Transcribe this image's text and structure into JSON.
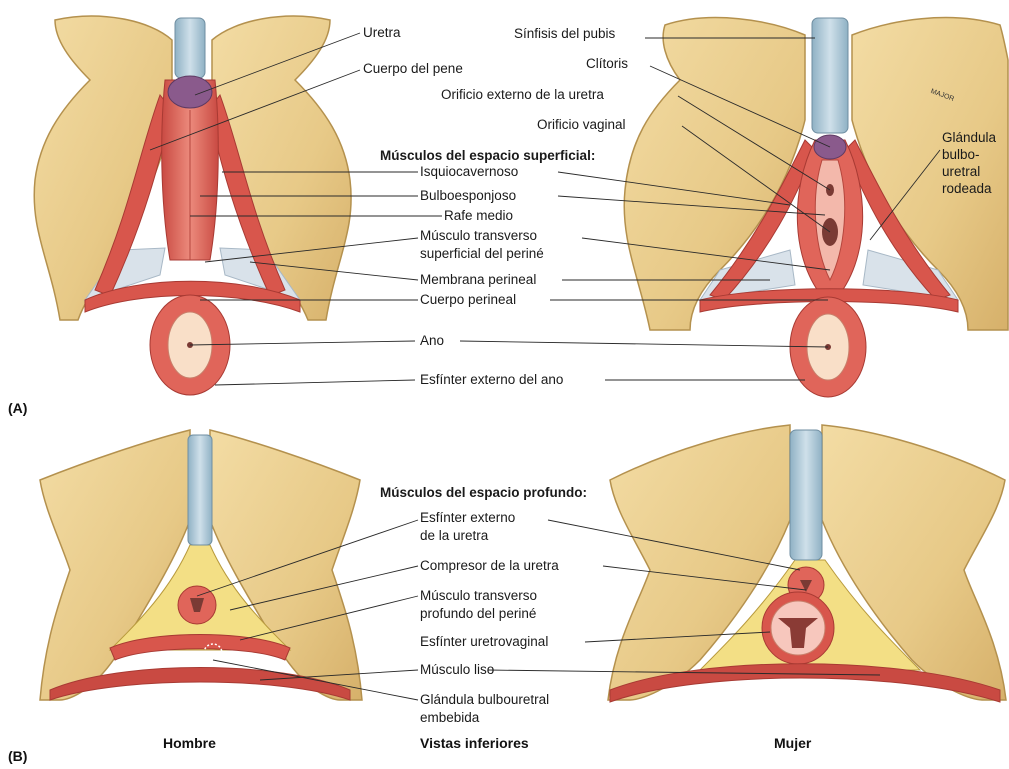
{
  "panel_a_letter": "(A)",
  "panel_b_letter": "(B)",
  "panel_a": {
    "labels": {
      "uretra": "Uretra",
      "cuerpo_pene": "Cuerpo del pene",
      "sinfisis": "Sínfisis del pubis",
      "clitoris": "Clítoris",
      "orificio_uretra": "Orificio externo de la uretra",
      "orificio_vaginal": "Orificio vaginal",
      "superficial_header": "Músculos del espacio superficial:",
      "isquiocavernoso": "Isquiocavernoso",
      "bulboesponjoso": "Bulboesponjoso",
      "rafe": "Rafe medio",
      "transverso_sup_1": "Músculo transverso",
      "transverso_sup_2": "superficial del periné",
      "membrana": "Membrana perineal",
      "cuerpo_perineal": "Cuerpo perineal",
      "ano": "Ano",
      "esfinter_ano": "Esfínter externo del ano",
      "glandula_1": "Glándula",
      "glandula_2": "bulbo-",
      "glandula_3": "uretral",
      "glandula_4": "rodeada",
      "bone_tag": "MAJOR"
    }
  },
  "panel_b": {
    "labels": {
      "profundo_header": "Músculos del espacio profundo:",
      "esfinter_uretra_1": "Esfínter externo",
      "esfinter_uretra_2": "de la uretra",
      "compresor": "Compresor de la uretra",
      "transverso_prof_1": "Músculo transverso",
      "transverso_prof_2": "profundo del periné",
      "uretrovaginal": "Esfínter uretrovaginal",
      "liso": "Músculo liso",
      "bulbouretral_1": "Glándula bulbouretral",
      "bulbouretral_2": "embebida"
    }
  },
  "captions": {
    "hombre": "Hombre",
    "vistas": "Vistas inferiores",
    "mujer": "Mujer"
  },
  "colors": {
    "bone": "#e9cf8f",
    "bone_edge": "#b4914e",
    "muscle": "#d8564c",
    "muscle_light": "#ec9a8b",
    "skin": "#f9dfc8",
    "urethra": "#a9c4d3",
    "membrane": "#cfd9e3",
    "deep_fat": "#f3df85",
    "mucosa": "#8a5a8c"
  }
}
